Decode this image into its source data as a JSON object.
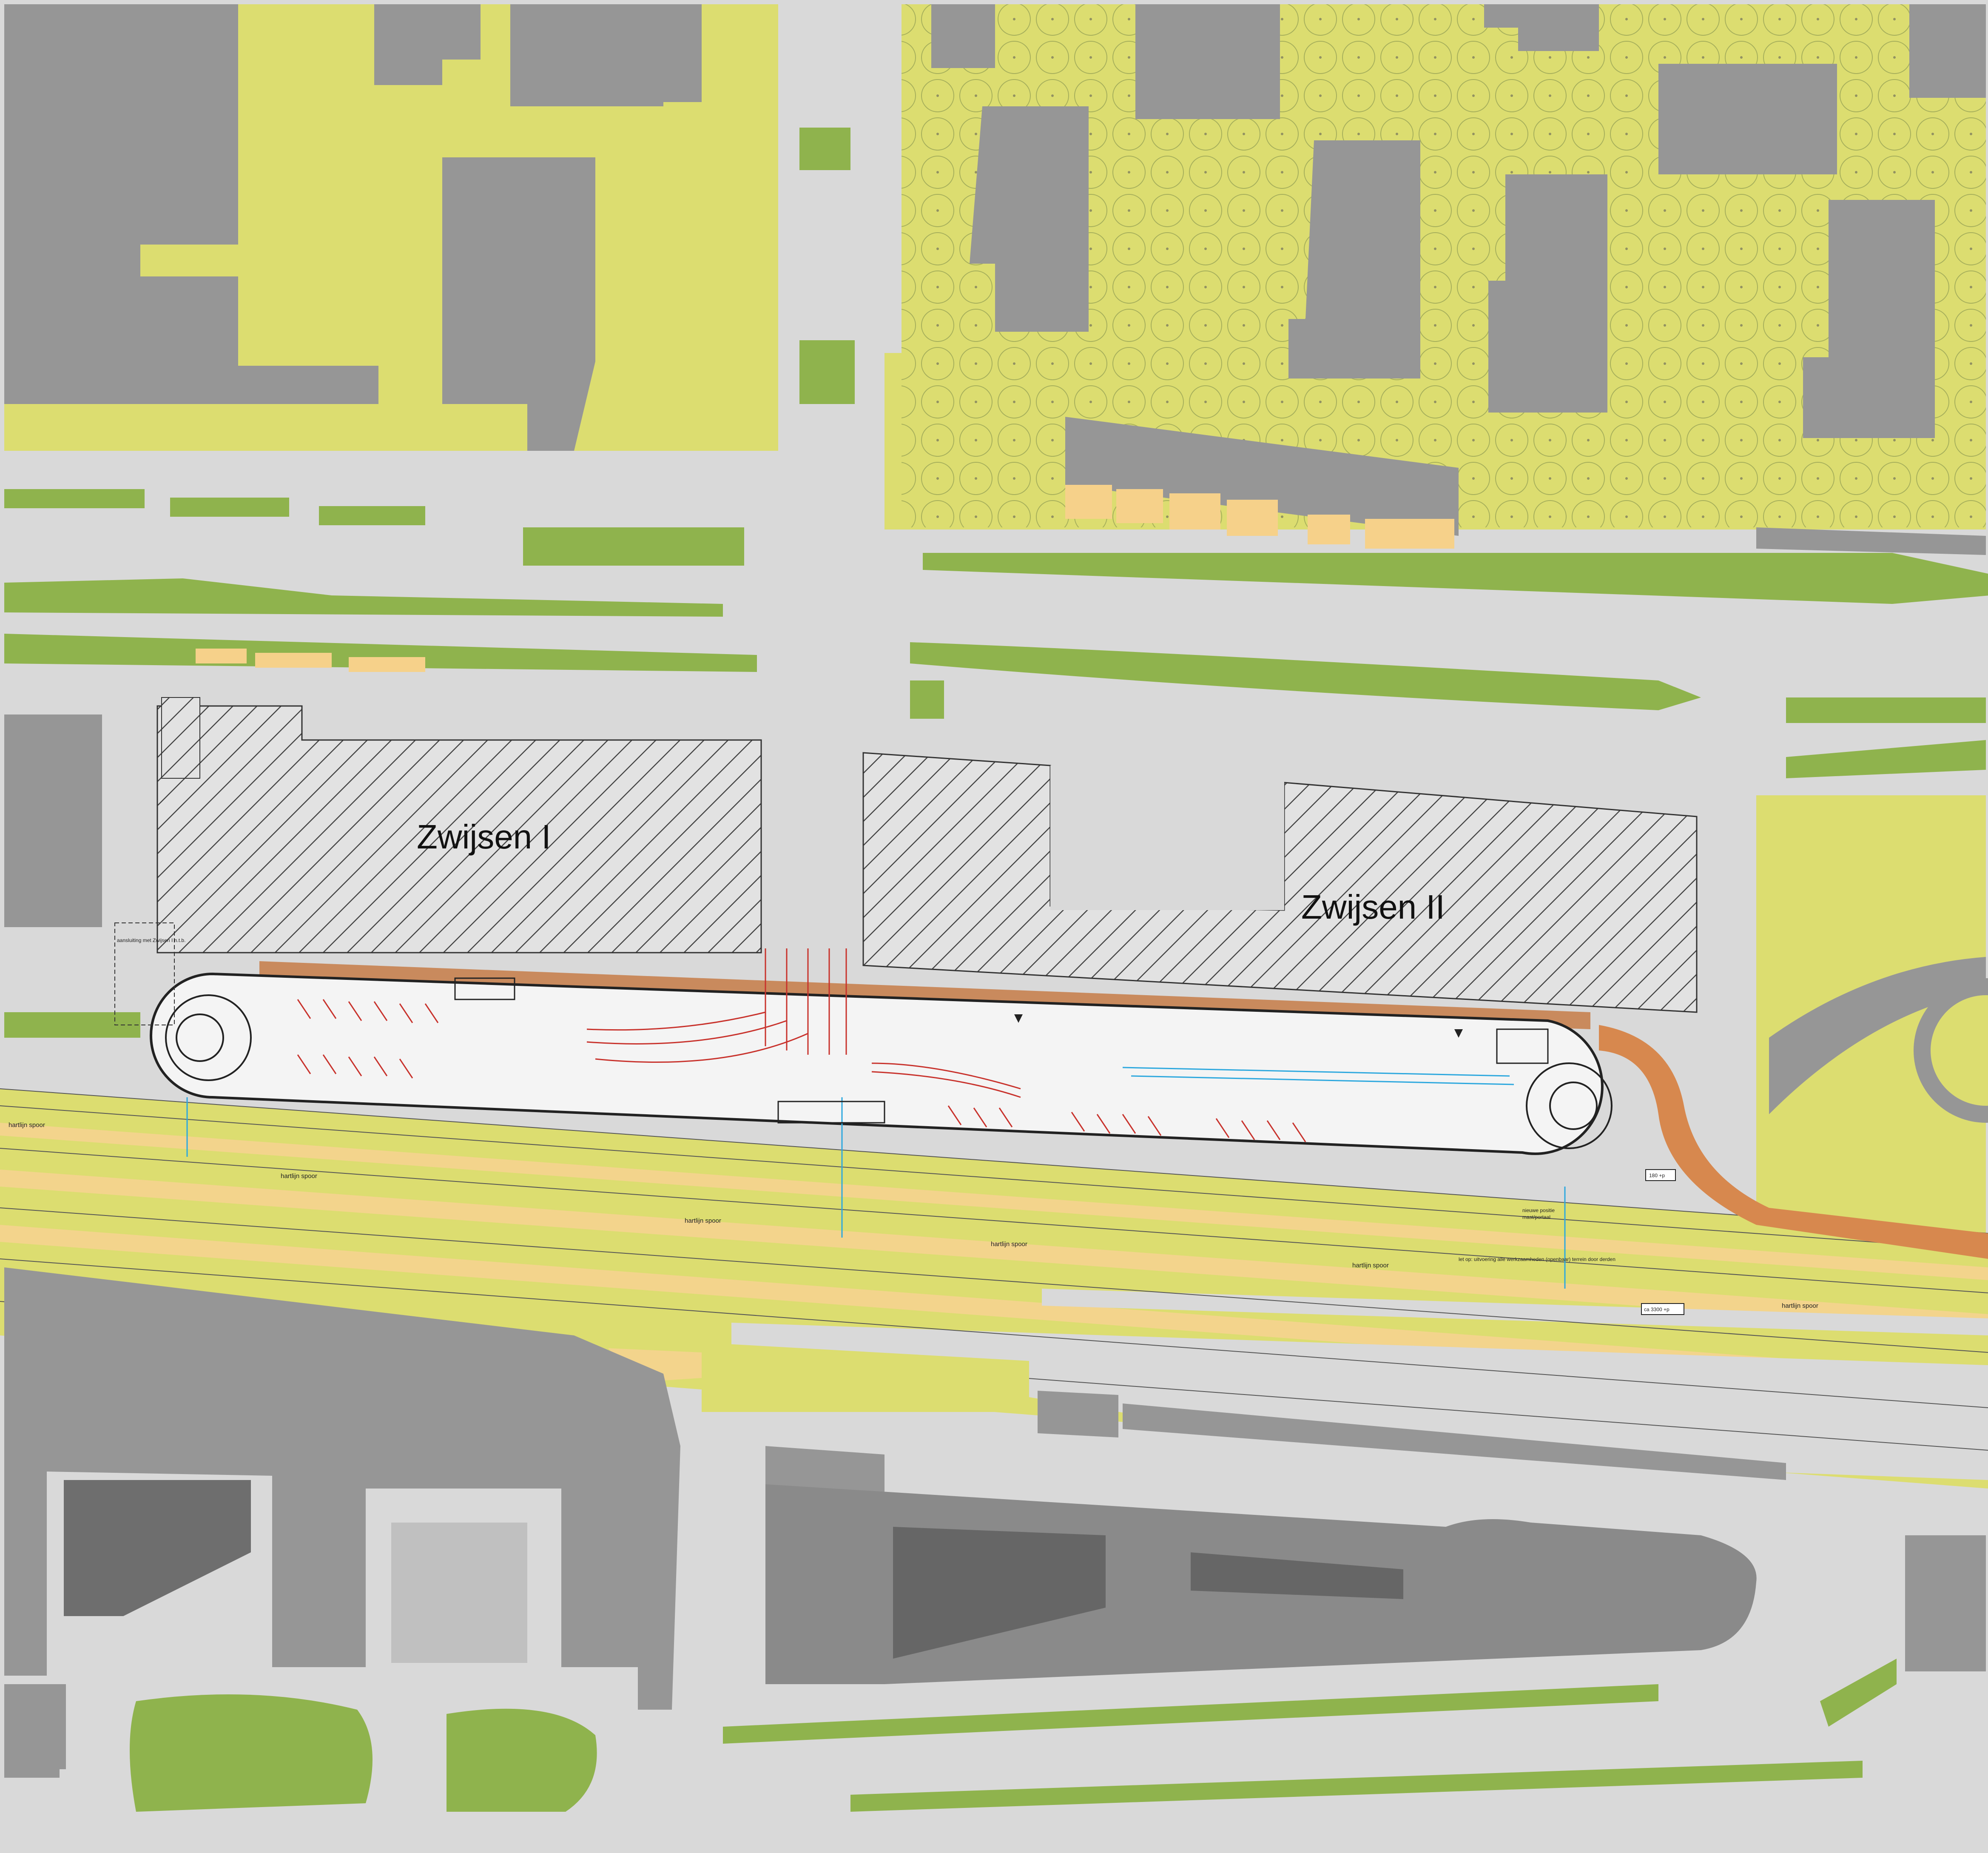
{
  "colors": {
    "background": "#ffffff",
    "road": "#d9d9d9",
    "building": "#969696",
    "lawn": "#dcdd70",
    "green_strip": "#8fb34d",
    "hatched_plot": "#dedede",
    "accent_orange": "#c98a5d",
    "bike_path": "#d7884e",
    "rail_sand": "#f3d48c",
    "interior": "#f4f4f4",
    "red_track": "#c8322c",
    "cyan_dimension": "#2da8de"
  },
  "labels": {
    "zwijsen_1": "Zwijsen I",
    "zwijsen_2": "Zwijsen II",
    "aansluiting": "aansluiting met Zwijsen I n.t.b.",
    "hartlijn_spoor": "hartlijn spoor",
    "let_op": "let op: uitvoering alle werkzaamheden (openbaar) terrein door derden",
    "nieuwe_positie": "nieuwe positie",
    "nieuwe_positie_2": "mast/portaal",
    "dim_180": "180 +p",
    "dim_3300": "ca 3300 +p"
  },
  "icons": {
    "north_marker": "triangle-marker-icon",
    "trees": "tree-symbol-icon"
  }
}
